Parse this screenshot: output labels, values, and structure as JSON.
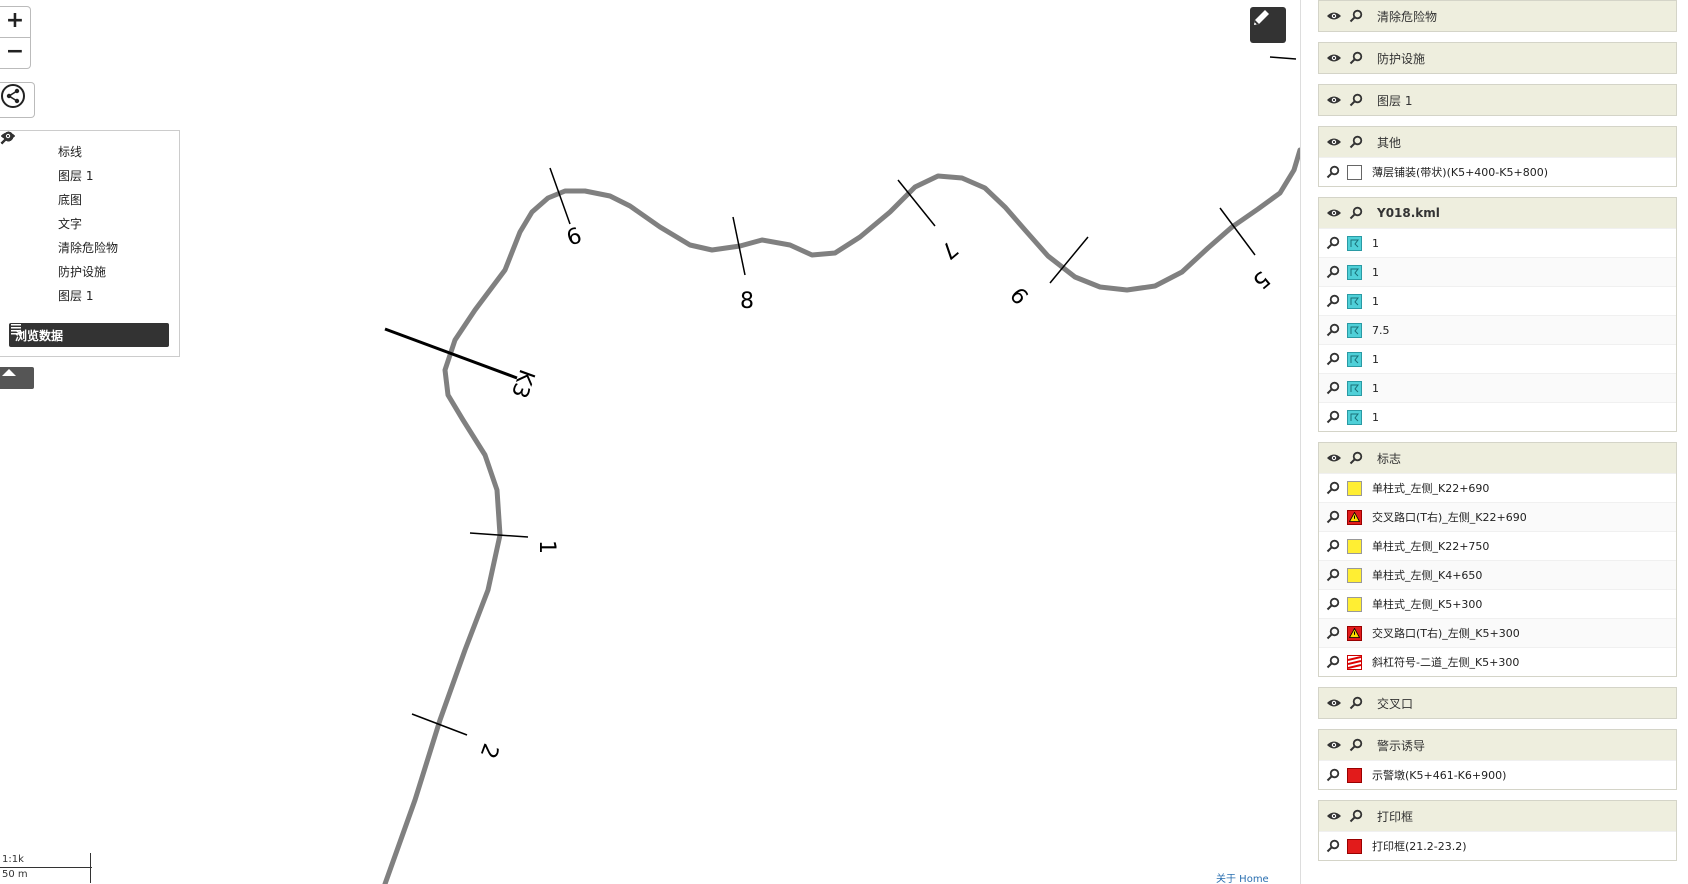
{
  "map": {
    "labels": [
      "K3",
      "1",
      "2",
      "6",
      "8",
      "7",
      "9",
      "5"
    ],
    "zoom_in_label": "+",
    "zoom_out_label": "−",
    "scale_ratio": "1:1k",
    "scale_distance": "50 m",
    "attribution": "关于   Home"
  },
  "layer_switcher": {
    "layers": [
      "标线",
      "图层 1",
      "底图",
      "文字",
      "清除危险物",
      "防护设施",
      "图层 1"
    ],
    "browse_button": "浏览数据"
  },
  "legend": {
    "groups": [
      {
        "title": "清除危险物",
        "bold": false,
        "items": []
      },
      {
        "title": "防护设施",
        "bold": false,
        "items": []
      },
      {
        "title": "图层 1",
        "bold": false,
        "items": []
      },
      {
        "title": "其他",
        "bold": false,
        "items": [
          {
            "label": "薄层铺装(带状)(K5+400-K5+800)",
            "swatch": "empty"
          }
        ]
      },
      {
        "title": "Y018.kml",
        "bold": true,
        "items": [
          {
            "label": "1",
            "swatch": "cyan"
          },
          {
            "label": "1",
            "swatch": "cyan"
          },
          {
            "label": "1",
            "swatch": "cyan"
          },
          {
            "label": "7.5",
            "swatch": "cyan"
          },
          {
            "label": "1",
            "swatch": "cyan"
          },
          {
            "label": "1",
            "swatch": "cyan"
          },
          {
            "label": "1",
            "swatch": "cyan"
          }
        ]
      },
      {
        "title": "标志",
        "bold": false,
        "items": [
          {
            "label": "单柱式_左侧_K22+690",
            "swatch": "yellow"
          },
          {
            "label": "交叉路口(T右)_左侧_K22+690",
            "swatch": "warn"
          },
          {
            "label": "单柱式_左侧_K22+750",
            "swatch": "yellow"
          },
          {
            "label": "单柱式_左侧_K4+650",
            "swatch": "yellow"
          },
          {
            "label": "单柱式_左侧_K5+300",
            "swatch": "yellow"
          },
          {
            "label": "交叉路口(T右)_左侧_K5+300",
            "swatch": "warn"
          },
          {
            "label": "斜杠符号-二道_左侧_K5+300",
            "swatch": "stripe"
          }
        ]
      },
      {
        "title": "交叉口",
        "bold": false,
        "items": []
      },
      {
        "title": "警示诱导",
        "bold": false,
        "items": [
          {
            "label": "示警墩(K5+461-K6+900)",
            "swatch": "redbox"
          }
        ]
      },
      {
        "title": "打印框",
        "bold": false,
        "items": [
          {
            "label": "打印框(21.2-23.2)",
            "swatch": "redbox"
          }
        ]
      }
    ]
  },
  "colors": {
    "road": "#808080",
    "panel_header": "#eeeede",
    "button_dark": "#333333"
  },
  "icons": {
    "visibility": "eye-icon",
    "zoom_to": "magnifier-icon",
    "edit": "pencil-icon",
    "share": "share-icon",
    "browse": "list-icon",
    "collapse": "caret-up-icon"
  }
}
